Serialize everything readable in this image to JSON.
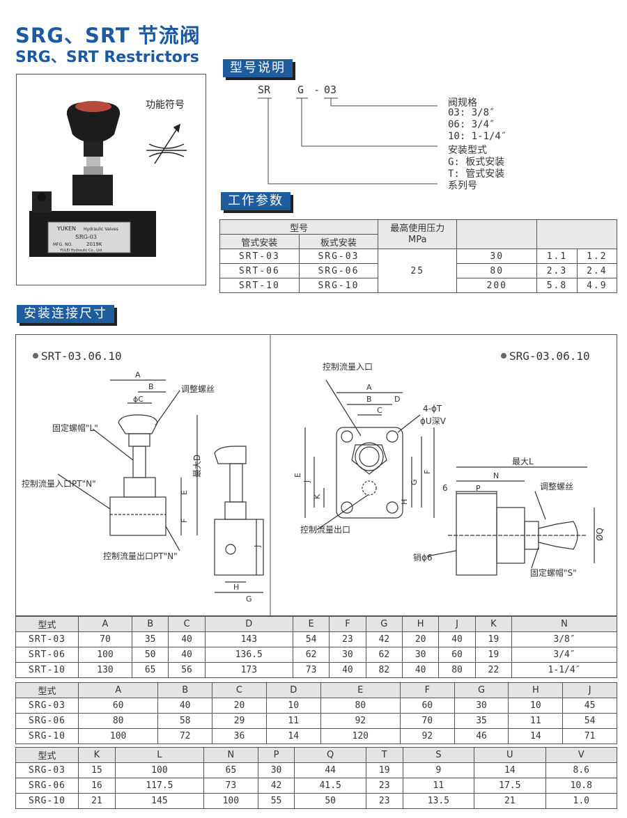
{
  "title": {
    "cn": "SRG、SRT 节流阀",
    "en": "SRG、SRT Restrictors"
  },
  "photo": {
    "symbol_label": "功能符号",
    "brand": "YUKEN",
    "brand_suffix": "Hydraulic Valves",
    "model_plate": "SRG-03",
    "mfg_label": "MFG. NO.",
    "mfg_value": "2019K",
    "maker": "YULEI Hydraulic Co., Ltd."
  },
  "model_section": {
    "title": "型号说明",
    "code": {
      "sr": "SR",
      "g": "G",
      "dash": "-",
      "size": "03"
    },
    "legend": [
      "阀规格",
      "03: 3/8″",
      "06: 3/4″",
      "10: 1-1/4″",
      "安装型式",
      "G: 板式安装",
      "T: 管式安装",
      "系列号"
    ]
  },
  "params_section": {
    "title": "工作参数",
    "headers": {
      "model": "型号",
      "pipe": "管式安装",
      "plate": "板式安装",
      "pressure": "最高使用压力",
      "pressure_unit": "MPa"
    },
    "rows": [
      {
        "pipe": "SRT-03",
        "plate": "SRG-03",
        "flow": "30",
        "w1": "1.1",
        "w2": "1.2"
      },
      {
        "pipe": "SRT-06",
        "plate": "SRG-06",
        "flow": "80",
        "w1": "2.3",
        "w2": "2.4"
      },
      {
        "pipe": "SRT-10",
        "plate": "SRG-10",
        "flow": "200",
        "w1": "5.8",
        "w2": "4.9"
      }
    ],
    "pressure_value": "25"
  },
  "dims_section": {
    "title": "安装连接尺寸",
    "left_title": "SRT-03.06.10",
    "right_title": "SRG-03.06.10",
    "left_labels": {
      "adjust": "调整螺丝",
      "lock": "固定螺帽\"L\"",
      "inlet": "控制流量入口PT\"N\"",
      "outlet": "控制流量出口PT\"N\"",
      "maxd": "最大D"
    },
    "right_labels": {
      "inlet": "控制流量入口",
      "outlet": "控制流量出口",
      "holes": "4-ϕT",
      "depth": "ϕU深V",
      "maxl": "最大L",
      "adjust": "调整螺丝",
      "lock": "固定螺帽\"S\"",
      "pin": "销ϕ6",
      "oq": "ØQ",
      "six": "6"
    }
  },
  "table_srt": {
    "headers": [
      "型式",
      "A",
      "B",
      "C",
      "D",
      "E",
      "F",
      "G",
      "H",
      "J",
      "K",
      "N"
    ],
    "rows": [
      [
        "SRT-03",
        "70",
        "35",
        "40",
        "143",
        "54",
        "23",
        "42",
        "20",
        "40",
        "19",
        "3/8″"
      ],
      [
        "SRT-06",
        "100",
        "50",
        "40",
        "136.5",
        "62",
        "30",
        "62",
        "30",
        "60",
        "19",
        "3/4″"
      ],
      [
        "SRT-10",
        "130",
        "65",
        "56",
        "173",
        "73",
        "40",
        "82",
        "40",
        "80",
        "22",
        "1-1/4″"
      ]
    ]
  },
  "table_srg1": {
    "headers": [
      "型式",
      "A",
      "B",
      "C",
      "D",
      "E",
      "F",
      "G",
      "H",
      "J"
    ],
    "rows": [
      [
        "SRG-03",
        "60",
        "40",
        "20",
        "10",
        "80",
        "60",
        "30",
        "10",
        "45"
      ],
      [
        "SRG-06",
        "80",
        "58",
        "29",
        "11",
        "92",
        "70",
        "35",
        "11",
        "54"
      ],
      [
        "SRG-10",
        "100",
        "72",
        "36",
        "14",
        "120",
        "92",
        "46",
        "14",
        "71"
      ]
    ]
  },
  "table_srg2": {
    "headers": [
      "型式",
      "K",
      "L",
      "N",
      "P",
      "Q",
      "T",
      "S",
      "U",
      "V"
    ],
    "rows": [
      [
        "SRG-03",
        "15",
        "100",
        "65",
        "30",
        "44",
        "19",
        "9",
        "14",
        "8.6"
      ],
      [
        "SRG-06",
        "16",
        "117.5",
        "73",
        "42",
        "41.5",
        "23",
        "11",
        "17.5",
        "10.8"
      ],
      [
        "SRG-10",
        "21",
        "145",
        "100",
        "55",
        "50",
        "23",
        "13.5",
        "21",
        "1.0"
      ]
    ]
  }
}
